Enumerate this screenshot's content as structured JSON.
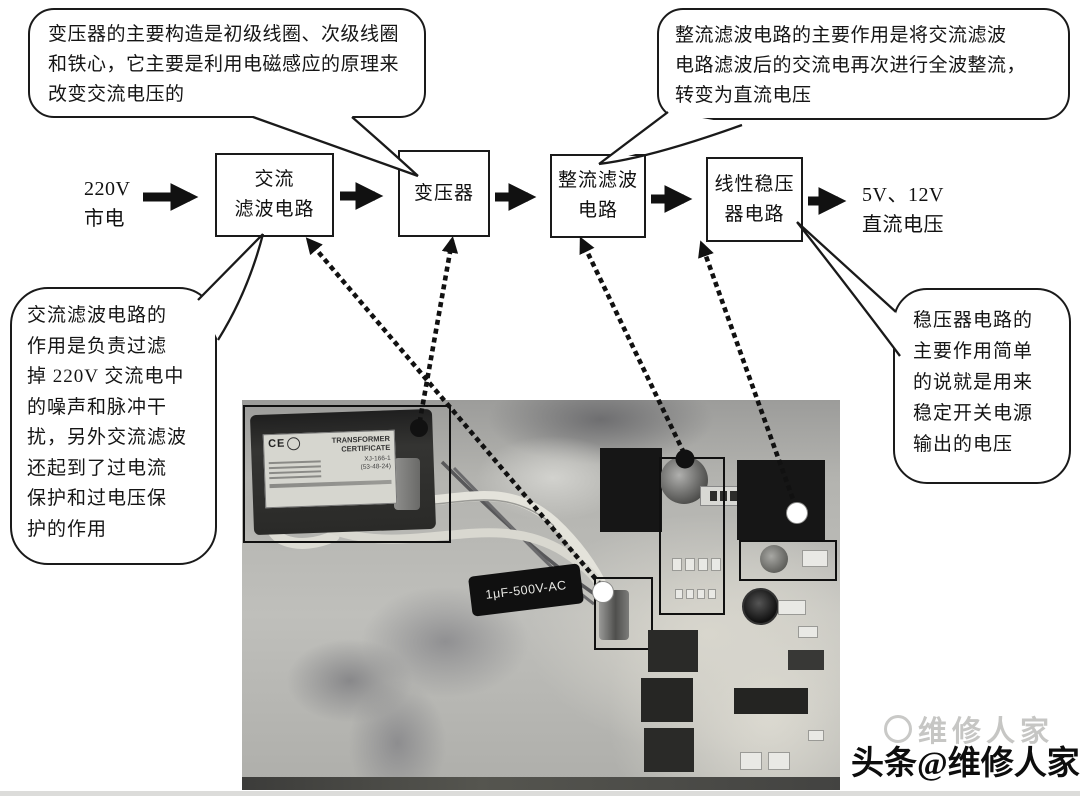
{
  "bubbles": {
    "top_left": {
      "text": "变压器的主要构造是初级线圈、次级线圈\n和铁心，它主要是利用电磁感应的原理来\n改变交流电压的"
    },
    "top_right": {
      "text": "整流滤波电路的主要作用是将交流滤波\n电路滤波后的交流电再次进行全波整流，\n转变为直流电压"
    },
    "left": {
      "text": "交流滤波电路的\n作用是负责过滤\n掉 220V 交流电中\n的噪声和脉冲干\n扰，另外交流滤波\n还起到了过电流\n保护和过电压保\n护的作用"
    },
    "right": {
      "text": "稳压器电路的\n主要作用简单\n的说就是用来\n稳定开关电源\n输出的电压"
    }
  },
  "flow": {
    "source": "220V\n市电",
    "boxes": [
      {
        "label": "交流\n滤波电路"
      },
      {
        "label": "变压器"
      },
      {
        "label": "整流滤波\n电路"
      },
      {
        "label": "线性稳压\n器电路"
      }
    ],
    "output": "5V、12V\n直流电压"
  },
  "photo": {
    "transformer": {
      "ce_mark": "CE",
      "title1": "TRANSFORMER",
      "title2": "CERTIFICATE",
      "code1": "XJ-166-1",
      "code2": "(53-48-24)"
    },
    "capacitor_label": "1μF-500V-AC"
  },
  "watermark": {
    "ghost": "维修人家",
    "main": "头条@维修人家"
  },
  "colors": {
    "ink": "#111111",
    "photo_background": "#b3b3af",
    "dot_white": "#ffffff",
    "dot_black": "#111111"
  }
}
